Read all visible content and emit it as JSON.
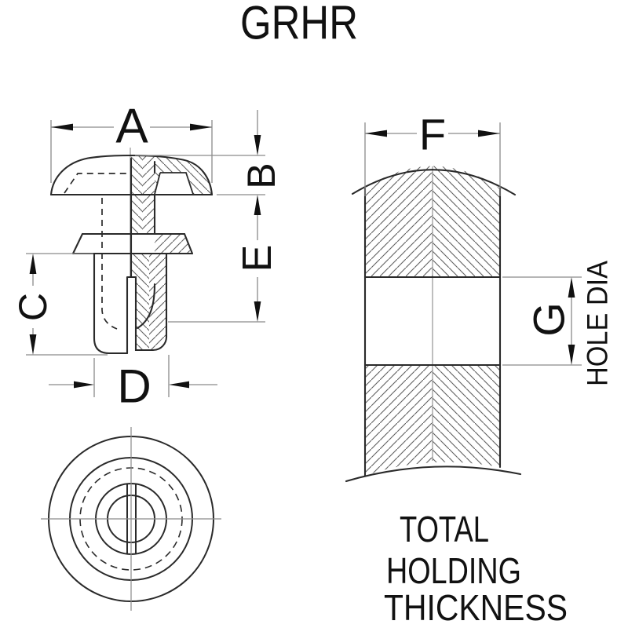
{
  "title": "GRHR",
  "dims": {
    "A": "A",
    "B": "B",
    "C": "C",
    "D": "D",
    "E": "E",
    "F": "F",
    "G": "G"
  },
  "panel": {
    "hole_dia_label": "HOLE DIA",
    "caption_lines": [
      "TOTAL",
      "HOLDING",
      "THICKNESS"
    ]
  },
  "colors": {
    "background": "#ffffff",
    "outline": "#2a2a2a",
    "dimension_lines": "#8a8a8a",
    "hatch": "#5f5f5f",
    "centerline": "#8a8a8a",
    "text": "#111111"
  }
}
